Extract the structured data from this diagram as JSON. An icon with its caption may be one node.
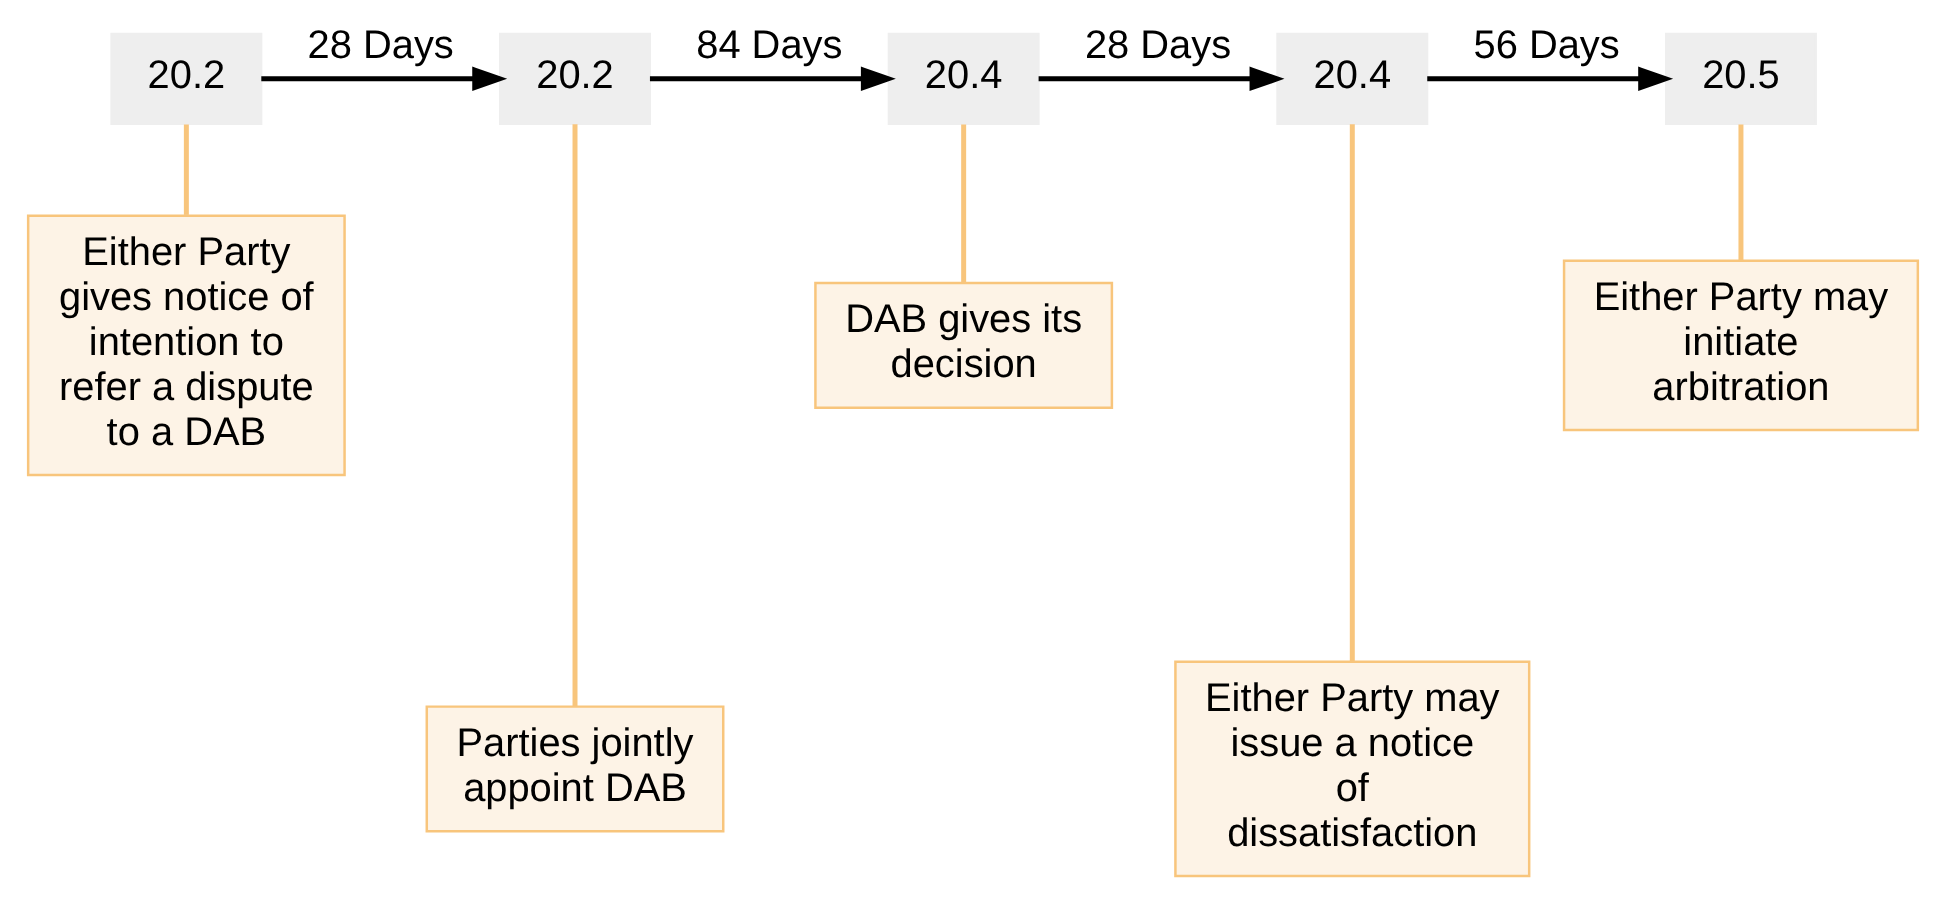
{
  "diagram": {
    "nodes": [
      {
        "text": [
          "20.2"
        ]
      },
      {
        "text": [
          "20.2"
        ]
      },
      {
        "text": [
          "20.4"
        ]
      },
      {
        "text": [
          "20.4"
        ]
      },
      {
        "text": [
          "20.5"
        ]
      },
      {
        "text": [
          "Either Party gives notice of intention to refer a dispute to a DAB"
        ]
      },
      {
        "text": [
          "Parties jointly appoint DAB"
        ]
      },
      {
        "text": [
          "DAB gives its decision"
        ]
      },
      {
        "text": [
          "Either Party may issue a notice of dissatisfaction"
        ]
      },
      {
        "text": [
          "Either Party may initiate arbitration"
        ]
      }
    ],
    "edges": [
      {
        "from": 0,
        "to": 1,
        "arrow": "to",
        "label": "28 Days",
        "color": "#000000"
      },
      {
        "from": 1,
        "to": 2,
        "arrow": "to",
        "label": "84 Days",
        "color": "#000000"
      },
      {
        "from": 2,
        "to": 3,
        "arrow": "to",
        "label": "28 Days",
        "color": "#000000"
      },
      {
        "from": 3,
        "to": 4,
        "arrow": "to",
        "label": "56 Days",
        "color": "#000000"
      },
      {
        "from": 0,
        "to": 5,
        "arrow": "none",
        "color": "#f8c57c"
      },
      {
        "from": 1,
        "to": 6,
        "arrow": "none",
        "color": "#f8c57c"
      },
      {
        "from": 2,
        "to": 7,
        "arrow": "none",
        "color": "#f8c57c"
      },
      {
        "from": 3,
        "to": 8,
        "arrow": "none",
        "color": "#f8c57c"
      },
      {
        "from": 4,
        "to": 9,
        "arrow": "none",
        "color": "#f8c57c"
      }
    ]
  }
}
